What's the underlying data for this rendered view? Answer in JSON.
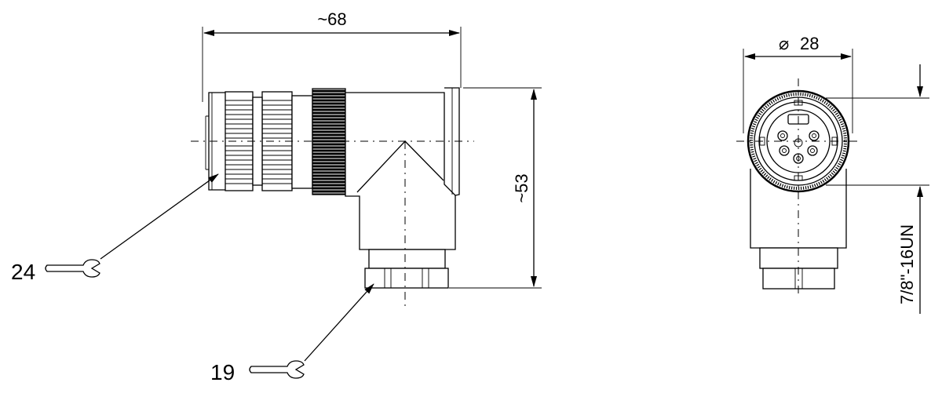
{
  "dimensions": {
    "length": "~68",
    "height": "~53",
    "diameter": "28",
    "diameter_symbol": "⌀",
    "thread": "7/8\"-16UN"
  },
  "wrench_sizes": {
    "coupling_nut": "24",
    "cable_gland": "19"
  },
  "icons": [
    "wrench-icon",
    "wrench-icon",
    "diameter-symbol"
  ],
  "colors": {
    "line": "#000000",
    "background": "#ffffff"
  }
}
